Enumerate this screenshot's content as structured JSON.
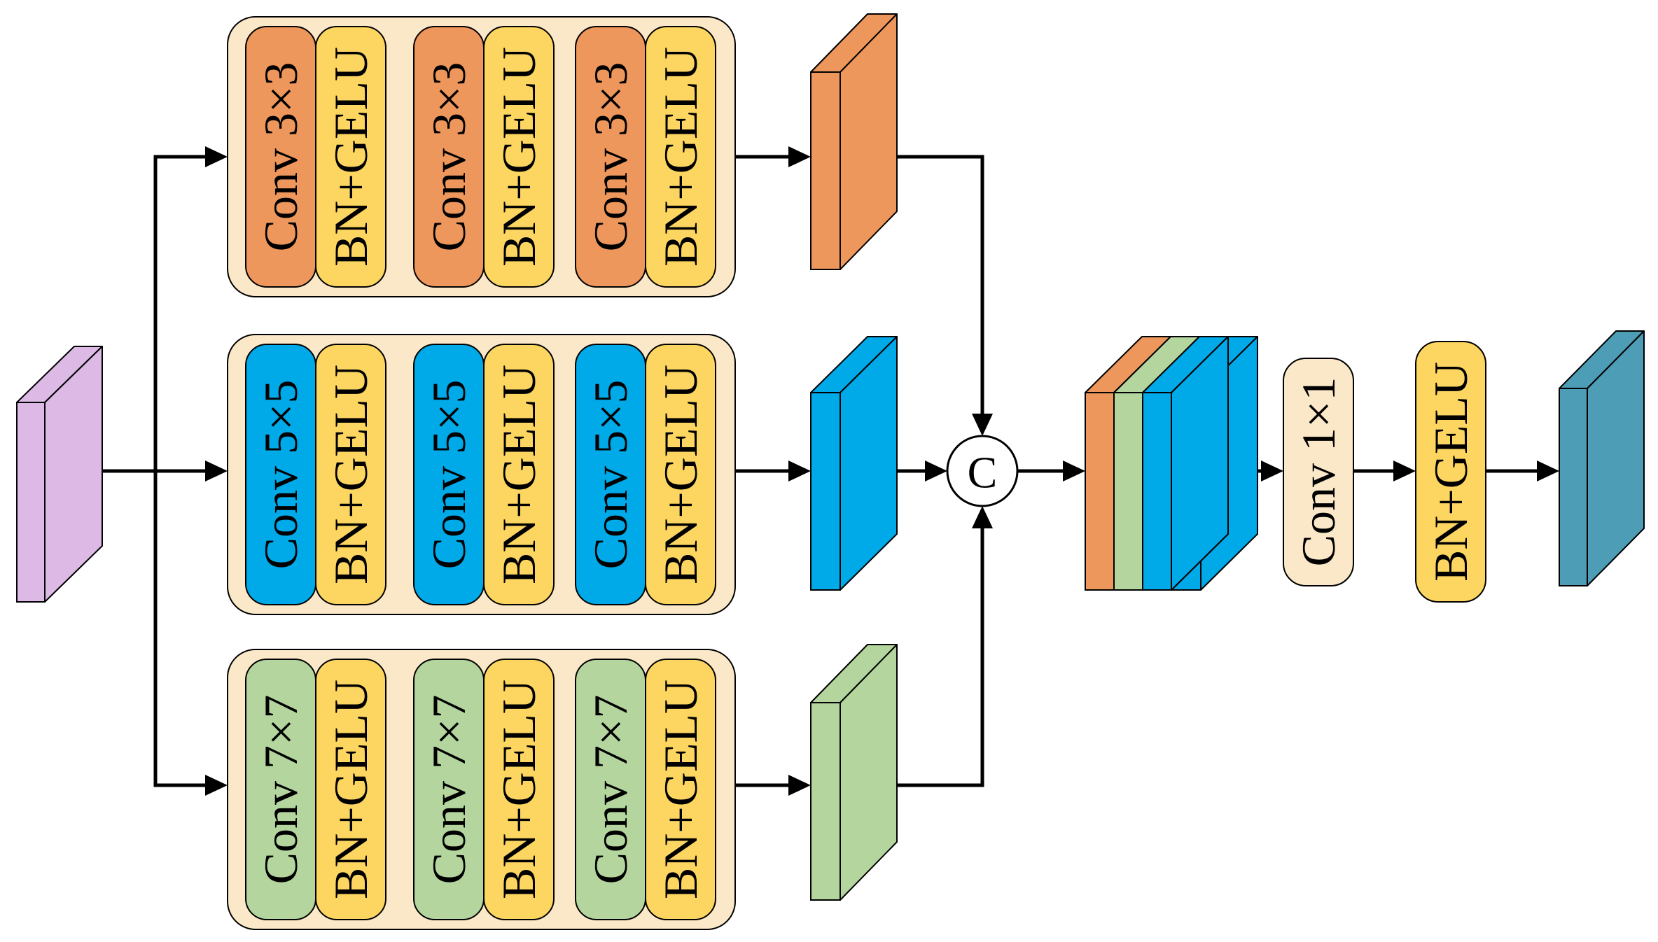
{
  "colors": {
    "input": "#DDB9E6",
    "orange": "#EE975C",
    "blue": "#00A9E8",
    "green": "#B4D69E",
    "yellow": "#FDD661",
    "group_bg": "#FBE8C8",
    "conv1x1": "#FBE8C8",
    "output": "#4E9DB6"
  },
  "branches": [
    {
      "conv_label": "Conv 3×3",
      "bn_label": "BN+GELU"
    },
    {
      "conv_label": "Conv 5×5",
      "bn_label": "BN+GELU"
    },
    {
      "conv_label": "Conv 7×7",
      "bn_label": "BN+GELU"
    }
  ],
  "concat_label": "C",
  "conv1x1_label": "Conv 1×1",
  "final_bn_label": "BN+GELU"
}
